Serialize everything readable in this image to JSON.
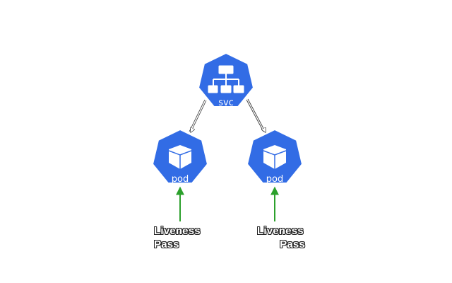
{
  "colors": {
    "node_fill": "#326CE5",
    "node_stroke": "#ffffff",
    "probe_arrow": "#2CA02C",
    "edge": "#333333"
  },
  "nodes": {
    "svc": {
      "label": "svc",
      "icon": "service-network-icon"
    },
    "pod_left": {
      "label": "pod",
      "icon": "pod-cube-icon"
    },
    "pod_right": {
      "label": "pod",
      "icon": "pod-cube-icon"
    }
  },
  "probes": {
    "left": {
      "line1": "Liveness",
      "line2": "Pass"
    },
    "right": {
      "line1": "Liveness",
      "line2": "Pass"
    }
  }
}
